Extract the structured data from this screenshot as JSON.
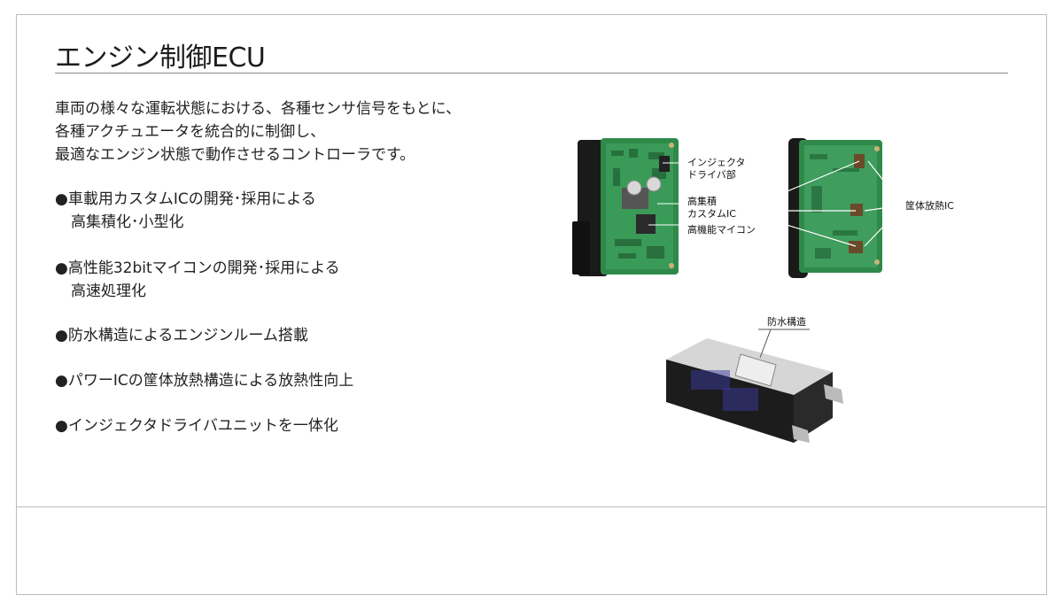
{
  "page": {
    "title": "エンジン制御ECU"
  },
  "intro": {
    "lines": [
      "車両の様々な運転状態における、各種センサ信号をもとに、",
      "各種アクチュエータを統合的に制御し、",
      "最適なエンジン状態で動作させるコントローラです。"
    ]
  },
  "features": [
    {
      "line1": "●車載用カスタムICの開発･採用による",
      "line2": "高集積化･小型化"
    },
    {
      "line1": "●高性能32bitマイコンの開発･採用による",
      "line2": "高速処理化"
    },
    {
      "line1": "●防水構造によるエンジンルーム搭載",
      "line2": ""
    },
    {
      "line1": "●パワーICの筐体放熱構造による放熱性向上",
      "line2": ""
    },
    {
      "line1": "●インジェクタドライバユニットを一体化",
      "line2": ""
    }
  ],
  "figure": {
    "board_front_labels": {
      "injector_driver_1": "インジェクタ",
      "injector_driver_2": "ドライバ部",
      "custom_ic_1": "高集積",
      "custom_ic_2": "カスタムIC",
      "mcu": "高機能マイコン"
    },
    "board_back_label": "筐体放熱IC",
    "housing_label": "防水構造",
    "colors": {
      "pcb_green": "#2f8a4a",
      "connector_black": "#1a1a1a",
      "housing_silver": "#c8c8c8"
    }
  }
}
